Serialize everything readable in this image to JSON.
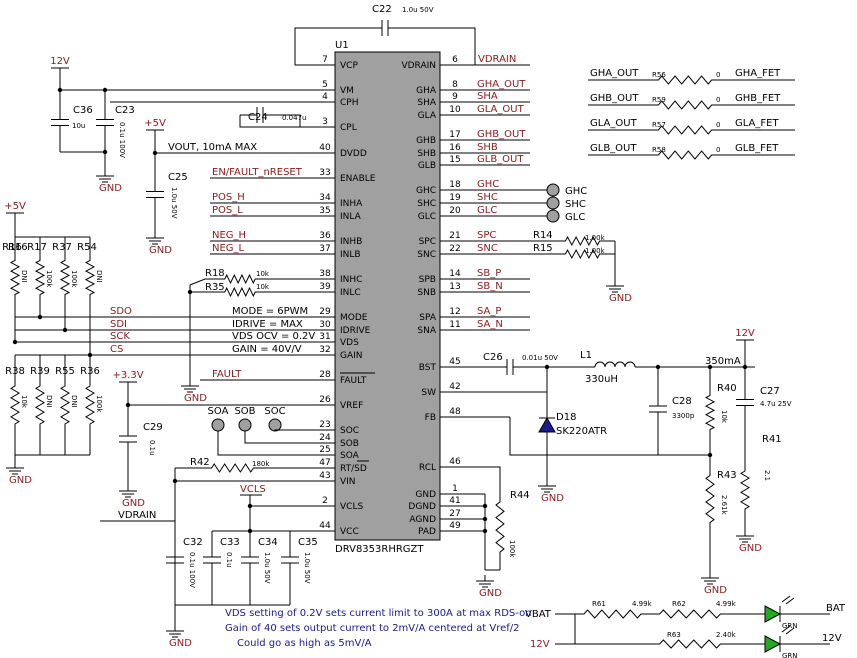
{
  "chip": {
    "ref": "U1",
    "part": "DRV8353RHRGZT",
    "left_pins": [
      {
        "num": "7",
        "name": "VCP"
      },
      {
        "num": "5",
        "name": "VM"
      },
      {
        "num": "4",
        "name": "CPH"
      },
      {
        "num": "3",
        "name": "CPL"
      },
      {
        "num": "40",
        "name": "DVDD"
      },
      {
        "num": "33",
        "name": "ENABLE"
      },
      {
        "num": "34",
        "name": "INHA"
      },
      {
        "num": "35",
        "name": "INLA"
      },
      {
        "num": "36",
        "name": "INHB"
      },
      {
        "num": "37",
        "name": "INLB"
      },
      {
        "num": "38",
        "name": "INHC"
      },
      {
        "num": "39",
        "name": "INLC"
      },
      {
        "num": "29",
        "name": "MODE"
      },
      {
        "num": "30",
        "name": "IDRIVE"
      },
      {
        "num": "31",
        "name": "VDS"
      },
      {
        "num": "32",
        "name": "GAIN"
      },
      {
        "num": "28",
        "name": "FAULT"
      },
      {
        "num": "26",
        "name": "VREF"
      },
      {
        "num": "23",
        "name": "SOC"
      },
      {
        "num": "24",
        "name": "SOB"
      },
      {
        "num": "25",
        "name": "SOA"
      },
      {
        "num": "47",
        "name": "RT/SD"
      },
      {
        "num": "43",
        "name": "VIN"
      },
      {
        "num": "2",
        "name": "VCLS"
      },
      {
        "num": "44",
        "name": "VCC"
      }
    ],
    "right_pins": [
      {
        "num": "6",
        "name": "VDRAIN"
      },
      {
        "num": "8",
        "name": "GHA"
      },
      {
        "num": "9",
        "name": "SHA"
      },
      {
        "num": "10",
        "name": "GLA"
      },
      {
        "num": "17",
        "name": "GHB"
      },
      {
        "num": "16",
        "name": "SHB"
      },
      {
        "num": "15",
        "name": "GLB"
      },
      {
        "num": "18",
        "name": "GHC"
      },
      {
        "num": "19",
        "name": "SHC"
      },
      {
        "num": "20",
        "name": "GLC"
      },
      {
        "num": "21",
        "name": "SPC"
      },
      {
        "num": "22",
        "name": "SNC"
      },
      {
        "num": "14",
        "name": "SPB"
      },
      {
        "num": "13",
        "name": "SNB"
      },
      {
        "num": "12",
        "name": "SPA"
      },
      {
        "num": "11",
        "name": "SNA"
      },
      {
        "num": "45",
        "name": "BST"
      },
      {
        "num": "42",
        "name": "SW"
      },
      {
        "num": "48",
        "name": "FB"
      },
      {
        "num": "46",
        "name": "RCL"
      },
      {
        "num": "1",
        "name": "GND"
      },
      {
        "num": "41",
        "name": "DGND"
      },
      {
        "num": "27",
        "name": "AGND"
      },
      {
        "num": "49",
        "name": "PAD"
      }
    ]
  },
  "left_nets": {
    "vout": "VOUT, 10mA MAX",
    "en_fault": "EN/FAULT_nRESET",
    "pos_h": "POS_H",
    "pos_l": "POS_L",
    "neg_h": "NEG_H",
    "neg_l": "NEG_L",
    "sdo": "SDO",
    "sdi": "SDI",
    "sck": "SCK",
    "cs": "CS",
    "fault": "FAULT",
    "vdrain": "VDRAIN",
    "vcls": "VCLS",
    "soa": "SOA",
    "sob": "SOB",
    "soc": "SOC"
  },
  "settings": {
    "mode": "MODE = 6PWM",
    "idrive": "IDRIVE = MAX",
    "vds": "VDS OCV = 0.2V",
    "gain": "GAIN = 40V/V"
  },
  "right_nets": {
    "vdrain": "VDRAIN",
    "gha_out": "GHA_OUT",
    "sha": "SHA",
    "gla_out": "GLA_OUT",
    "ghb_out": "GHB_OUT",
    "shb": "SHB",
    "glb_out": "GLB_OUT",
    "ghc": "GHC",
    "shc": "SHC",
    "glc": "GLC",
    "spc": "SPC",
    "snc": "SNC",
    "sb_p": "SB_P",
    "sb_n": "SB_N",
    "sa_p": "SA_P",
    "sa_n": "SA_N"
  },
  "gate_resistors": [
    {
      "in": "GHA_OUT",
      "ref": "R56",
      "val": "0",
      "out": "GHA_FET"
    },
    {
      "in": "GHB_OUT",
      "ref": "R59",
      "val": "0",
      "out": "GHB_FET"
    },
    {
      "in": "GLA_OUT",
      "ref": "R57",
      "val": "0",
      "out": "GLA_FET"
    },
    {
      "in": "GLB_OUT",
      "ref": "R58",
      "val": "0",
      "out": "GLB_FET"
    }
  ],
  "ports_c": [
    "GHC",
    "SHC",
    "GLC"
  ],
  "components": {
    "c22": {
      "ref": "C22",
      "val": "1.0u 50V"
    },
    "c36": {
      "ref": "C36",
      "val": "10u"
    },
    "c23": {
      "ref": "C23",
      "val": "0.1u 100V"
    },
    "c24": {
      "ref": "C24",
      "val": "0.047u"
    },
    "c25": {
      "ref": "C25",
      "val": "1.0u 50V"
    },
    "c26": {
      "ref": "C26",
      "val": "0.01u 50V"
    },
    "c27": {
      "ref": "C27",
      "val": "4.7u 25V"
    },
    "c28": {
      "ref": "C28",
      "val": "3300p"
    },
    "c29": {
      "ref": "C29",
      "val": "0.1u"
    },
    "c32": {
      "ref": "C32",
      "val": "0.1u 100V"
    },
    "c33": {
      "ref": "C33",
      "val": "0.1u"
    },
    "c34": {
      "ref": "C34",
      "val": "1.0u 50V"
    },
    "c35": {
      "ref": "C35",
      "val": "1.0u 50V"
    },
    "l1": {
      "ref": "L1",
      "val": "330uH"
    },
    "d18": {
      "ref": "D18",
      "val": "SK220ATR"
    },
    "r14": {
      "ref": "R14",
      "val": "1.00k"
    },
    "r15": {
      "ref": "R15",
      "val": "1.00k"
    },
    "r18": {
      "ref": "R18",
      "val": "10k"
    },
    "r35": {
      "ref": "R35",
      "val": "10k"
    },
    "r42": {
      "ref": "R42",
      "val": "180k"
    },
    "r44": {
      "ref": "R44",
      "val": "100k"
    },
    "r40": {
      "ref": "R40",
      "val": "10k"
    },
    "r41": {
      "ref": "R41",
      "val": "2.1"
    },
    "r43": {
      "ref": "R43",
      "val": "2.61k"
    },
    "r16": {
      "ref": "R16",
      "val": "DNI"
    },
    "r17": {
      "ref": "R17",
      "val": "100k"
    },
    "r37": {
      "ref": "R37",
      "val": "100k"
    },
    "r54": {
      "ref": "R54",
      "val": "DNI"
    },
    "r38": {
      "ref": "R38",
      "val": "10k"
    },
    "r39": {
      "ref": "R39",
      "val": "DNI"
    },
    "r55": {
      "ref": "R55",
      "val": "DNI"
    },
    "r36": {
      "ref": "R36",
      "val": "100k"
    },
    "r61": {
      "ref": "R61",
      "val": "4.99k"
    },
    "r62": {
      "ref": "R62",
      "val": "4.99k"
    },
    "r63": {
      "ref": "R63",
      "val": "2.40k"
    }
  },
  "power": {
    "v12": "12V",
    "v5": "+5V",
    "v33": "+3.3V",
    "gnd": "GND",
    "vbat": "VBAT",
    "bat": "BAT",
    "current": "350mA"
  },
  "led_label": "GRN",
  "notes": [
    "VDS setting of 0.2V sets current limit to 300A at max RDS-on",
    "Gain of 40 sets output current to 2mV/A centered at Vref/2",
    "Could go as high as 5mV/A"
  ]
}
